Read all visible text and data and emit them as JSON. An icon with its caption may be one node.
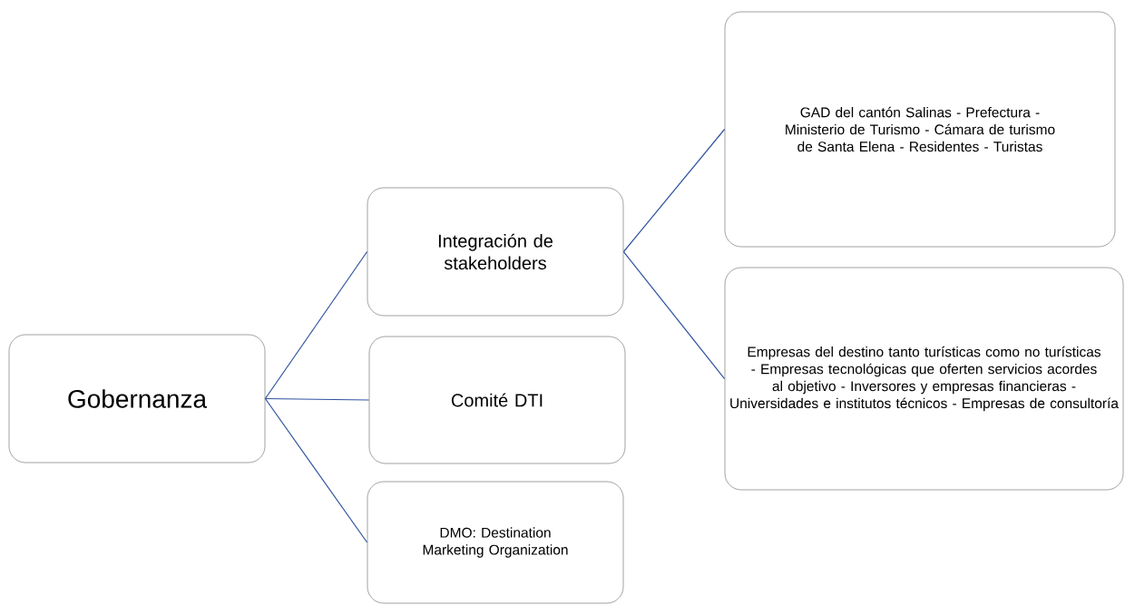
{
  "diagram": {
    "nodes": [
      {
        "text": [
          "Gobernanza"
        ]
      },
      {
        "text": [
          "Integración de stakeholders"
        ]
      },
      {
        "text": [
          "Comité DTI"
        ]
      },
      {
        "text": [
          "DMO: Destination Marketing Organization"
        ]
      },
      {
        "text": [
          "GAD del cantón Salinas - Prefectura - Ministerio de Turismo - Cámara de turismo de Santa Elena - Residentes - Turistas"
        ]
      },
      {
        "text": [
          "Empresas del destino tanto turísticas como no turísticas - Empresas tecnológicas que oferten servicios acordes al objetivo - Inversores y empresas financieras - Universidades e institutos técnicos - Empresas de consultoría"
        ]
      }
    ],
    "edges": [
      {
        "from": 0,
        "to": 1,
        "arrow": "none"
      },
      {
        "from": 0,
        "to": 2,
        "arrow": "none"
      },
      {
        "from": 0,
        "to": 3,
        "arrow": "none"
      },
      {
        "from": 1,
        "to": 4,
        "arrow": "none"
      },
      {
        "from": 1,
        "to": 5,
        "arrow": "none"
      }
    ]
  }
}
